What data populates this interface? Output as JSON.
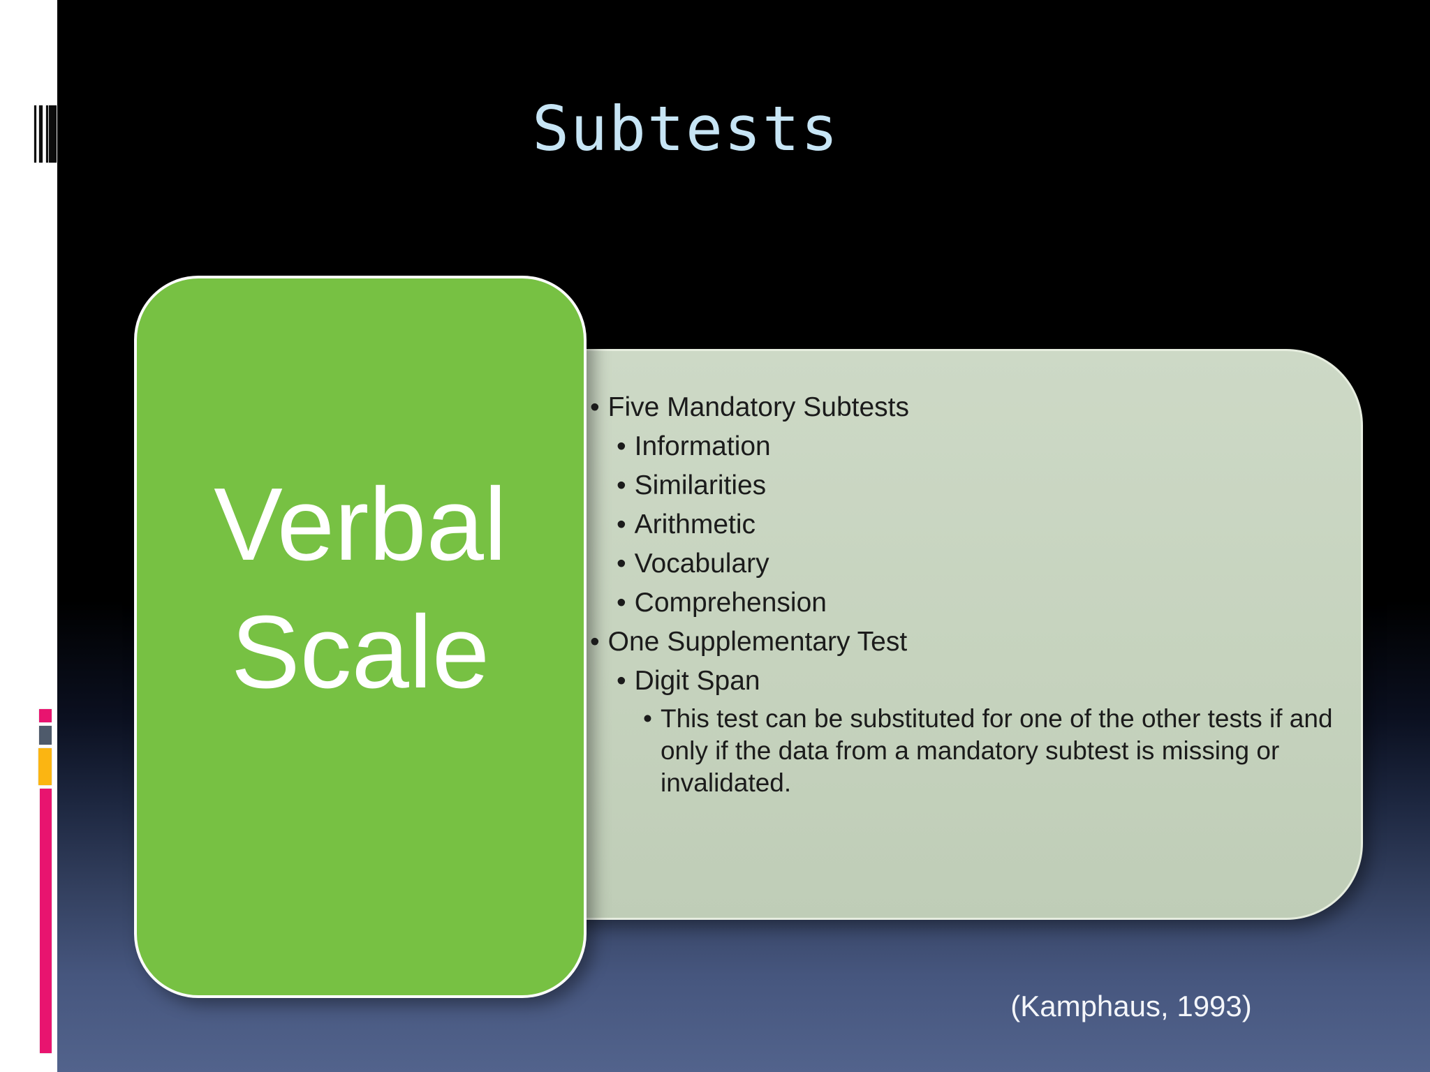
{
  "title": "Subtests",
  "verbal_panel": {
    "lines": [
      "Verbal",
      "Scale"
    ]
  },
  "bullets": {
    "bullet_char": "•",
    "items": [
      {
        "level": 1,
        "text": "Five Mandatory Subtests"
      },
      {
        "level": 2,
        "text": "Information"
      },
      {
        "level": 2,
        "text": "Similarities"
      },
      {
        "level": 2,
        "text": "Arithmetic"
      },
      {
        "level": 2,
        "text": "Vocabulary"
      },
      {
        "level": 2,
        "text": "Comprehension"
      },
      {
        "level": 1,
        "text": "One Supplementary Test"
      },
      {
        "level": 2,
        "text": "Digit Span"
      },
      {
        "level": 3,
        "text": "This test can be substituted for one of the other tests if and only if the data from a mandatory subtest is missing or invalidated."
      }
    ]
  },
  "citation": "(Kamphaus, 1993)",
  "colors": {
    "title": "#C7E5F5",
    "green_panel": "#77C143",
    "sage_panel_top": "#CDD9C6",
    "sage_panel_bottom": "#BFCDB7",
    "body_text": "#1B1B1B",
    "accent_pink": "#E8146F",
    "accent_slate": "#4E5A6B",
    "accent_yellow": "#FBB512",
    "background_bottom": "#52638C"
  }
}
